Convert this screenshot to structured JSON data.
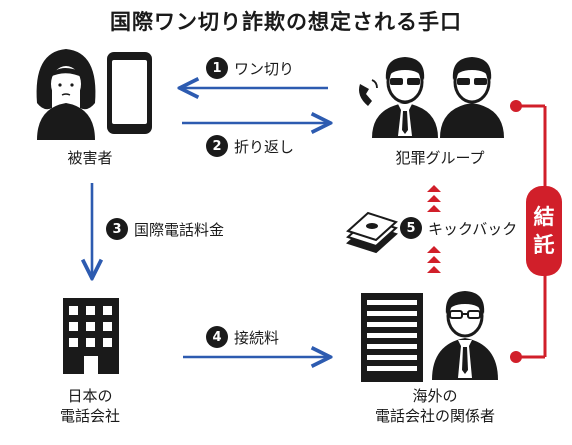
{
  "title": "国際ワン切り詐欺の想定される手口",
  "nodes": {
    "victim": "被害者",
    "criminal_group": "犯罪グループ",
    "japan_carrier": [
      "日本の",
      "電話会社"
    ],
    "overseas_carrier": [
      "海外の",
      "電話会社の関係者"
    ]
  },
  "steps": [
    {
      "number": "1",
      "label": "ワン切り"
    },
    {
      "number": "2",
      "label": "折り返し"
    },
    {
      "number": "3",
      "label": "国際電話料金"
    },
    {
      "number": "4",
      "label": "接続料"
    },
    {
      "number": "5",
      "label": "キックバック"
    }
  ],
  "collusion_label": [
    "結",
    "託"
  ],
  "colors": {
    "arrow_blue": "#2d5bb0",
    "collusion_red": "#d11f2a",
    "icon_dark": "#1a1a1a"
  },
  "icons": [
    "woman-avatar-icon",
    "smartphone-icon",
    "criminal-men-icon",
    "phone-handset-icon",
    "building-icon",
    "office-tower-icon",
    "businessman-icon",
    "cash-stack-icon"
  ]
}
